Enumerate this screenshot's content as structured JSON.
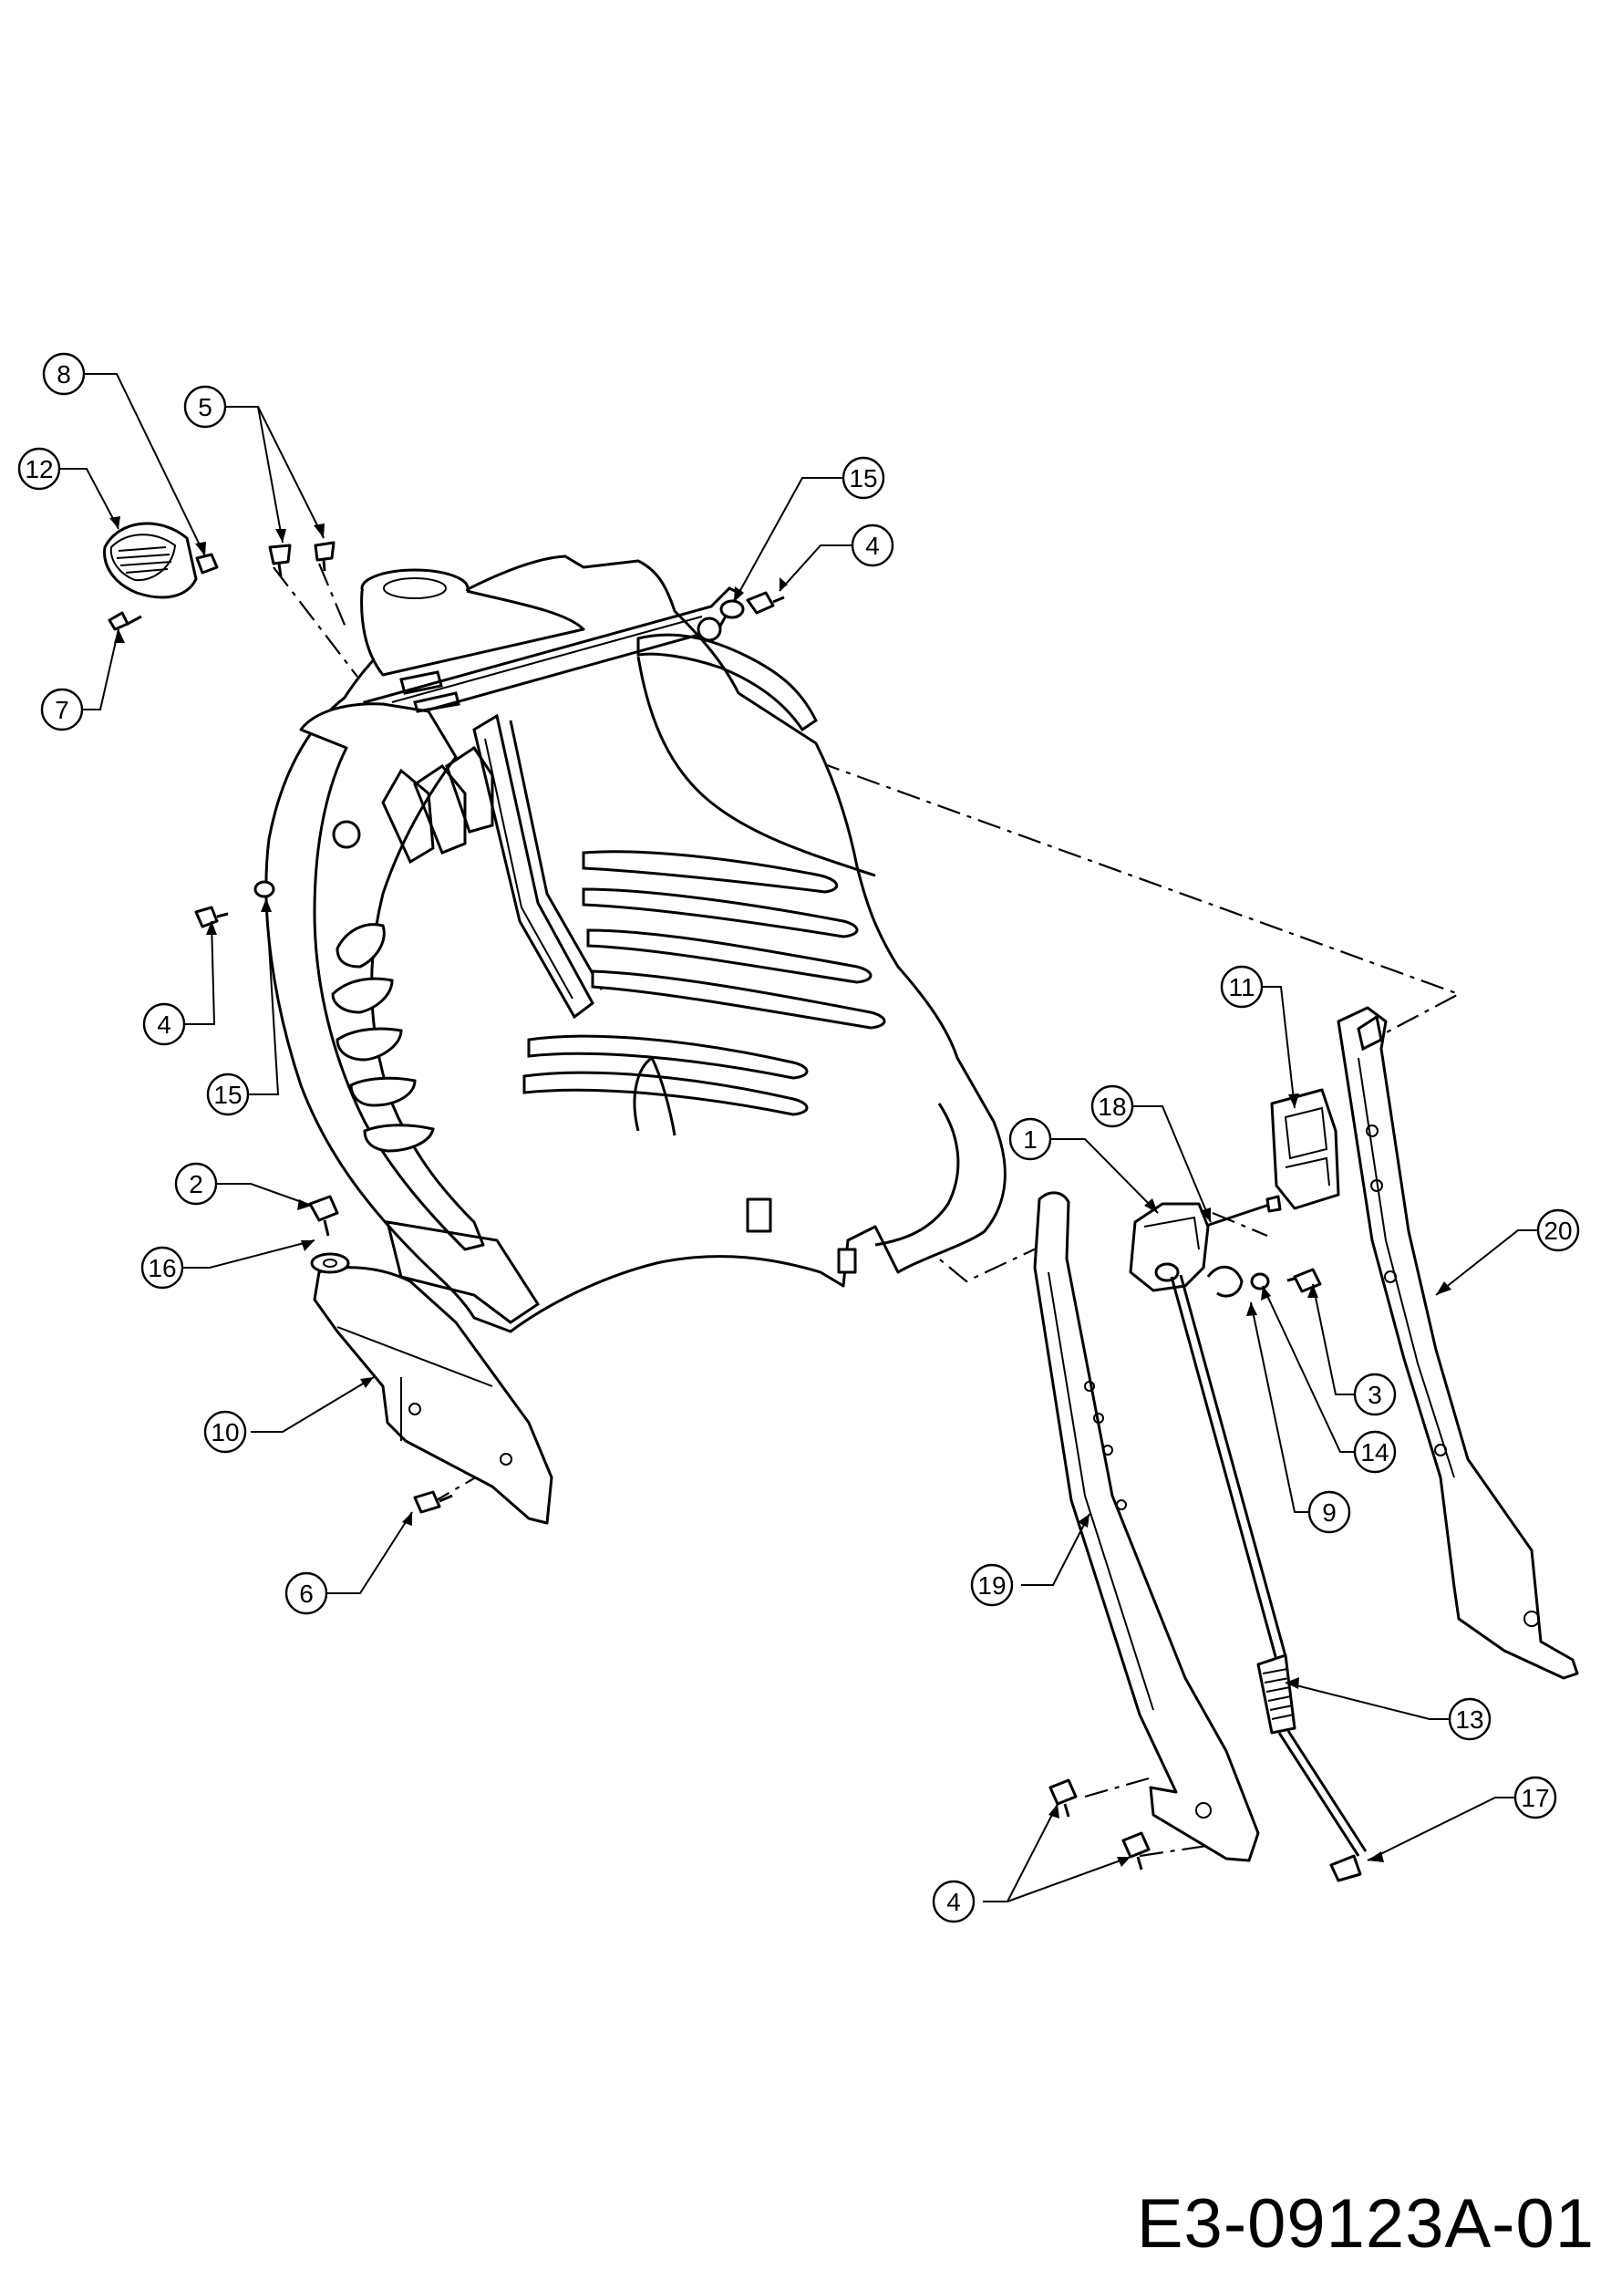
{
  "document_code": "E3-09123A-01",
  "callouts": [
    {
      "id": "c8",
      "label": "8"
    },
    {
      "id": "c5",
      "label": "5"
    },
    {
      "id": "c12",
      "label": "12"
    },
    {
      "id": "c15a",
      "label": "15"
    },
    {
      "id": "c4a",
      "label": "4"
    },
    {
      "id": "c7",
      "label": "7"
    },
    {
      "id": "c4b",
      "label": "4"
    },
    {
      "id": "c15b",
      "label": "15"
    },
    {
      "id": "c11",
      "label": "11"
    },
    {
      "id": "c18",
      "label": "18"
    },
    {
      "id": "c1",
      "label": "1"
    },
    {
      "id": "c20",
      "label": "20"
    },
    {
      "id": "c2",
      "label": "2"
    },
    {
      "id": "c16",
      "label": "16"
    },
    {
      "id": "c3",
      "label": "3"
    },
    {
      "id": "c10",
      "label": "10"
    },
    {
      "id": "c14",
      "label": "14"
    },
    {
      "id": "c9",
      "label": "9"
    },
    {
      "id": "c6",
      "label": "6"
    },
    {
      "id": "c19",
      "label": "19"
    },
    {
      "id": "c13",
      "label": "13"
    },
    {
      "id": "c17",
      "label": "17"
    },
    {
      "id": "c4c",
      "label": "4"
    }
  ]
}
